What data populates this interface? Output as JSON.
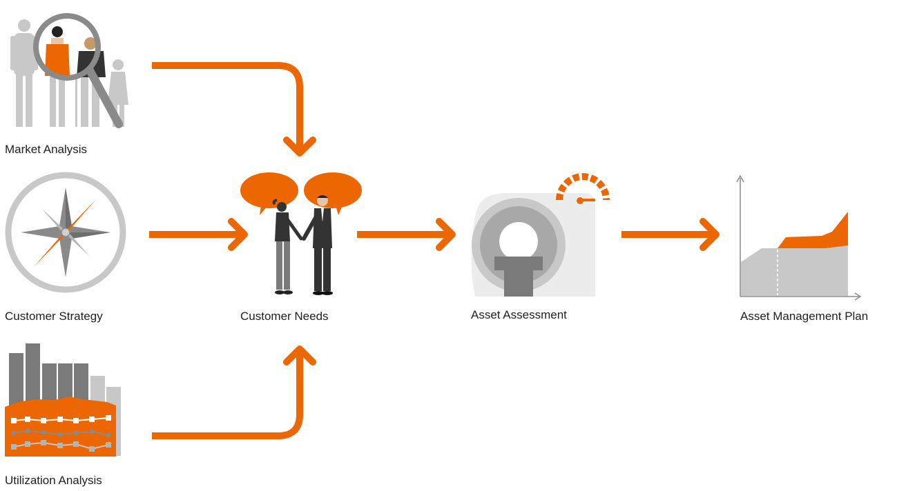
{
  "colors": {
    "accent": "#ec6602",
    "gray_light": "#c8c8c8",
    "gray_mid": "#a0a0a0",
    "gray_dark": "#7a7a7a",
    "ink": "#333333"
  },
  "nodes": {
    "market_analysis": {
      "label": "Market Analysis",
      "icon": "people-magnifier-icon"
    },
    "customer_strategy": {
      "label": "Customer Strategy",
      "icon": "compass-icon"
    },
    "utilization_analysis": {
      "label": "Utilization Analysis",
      "icon": "utilization-chart-icon"
    },
    "customer_needs": {
      "label": "Customer Needs",
      "icon": "handshake-speech-icon"
    },
    "asset_assessment": {
      "label": "Asset Assessment",
      "icon": "ct-scanner-gauge-icon"
    },
    "asset_management_plan": {
      "label": "Asset Management Plan",
      "icon": "area-chart-plan-icon"
    }
  },
  "edges": [
    {
      "from": "market_analysis",
      "to": "customer_needs"
    },
    {
      "from": "customer_strategy",
      "to": "customer_needs"
    },
    {
      "from": "utilization_analysis",
      "to": "customer_needs"
    },
    {
      "from": "customer_needs",
      "to": "asset_assessment"
    },
    {
      "from": "asset_assessment",
      "to": "asset_management_plan"
    }
  ]
}
